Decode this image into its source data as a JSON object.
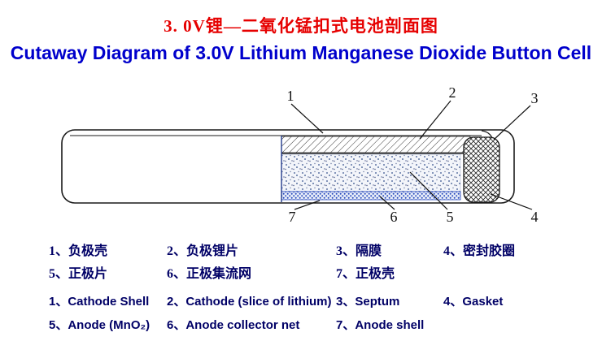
{
  "titles": {
    "cn": "3. 0V锂—二氧化锰扣式电池剖面图",
    "en": "Cutaway Diagram of 3.0V Lithium Manganese Dioxide Button Cell"
  },
  "colors": {
    "title_cn": "#e60000",
    "title_en": "#0000cc",
    "legend_text": "#000066",
    "collector_net_blue": "#2244bb",
    "outline": "#1a1a1a"
  },
  "diagram": {
    "callouts": {
      "c1": "1",
      "c2": "2",
      "c3": "3",
      "c4": "4",
      "c5": "5",
      "c6": "6",
      "c7": "7"
    }
  },
  "legend": {
    "cn1": [
      "1、负极壳",
      "2、负极锂片",
      "3、隔膜",
      "4、密封胶圈"
    ],
    "cn2": [
      "5、正极片",
      "6、正极集流网",
      "7、正极壳"
    ],
    "en1": [
      "1、Cathode Shell",
      "2、Cathode (slice of lithium)",
      "3、Septum",
      "4、Gasket"
    ],
    "en2": [
      "5、Anode (MnO₂)",
      "6、Anode collector net",
      "7、Anode shell"
    ]
  }
}
